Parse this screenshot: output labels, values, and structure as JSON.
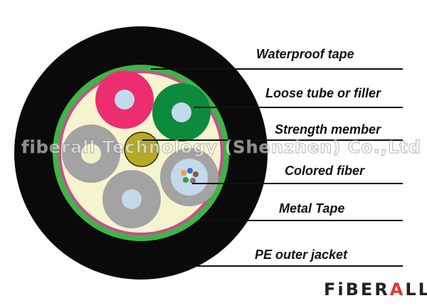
{
  "labels": {
    "waterproof_tape": "Waterproof tape",
    "loose_tube": "Loose tube or filler",
    "strength_member": "Strength member",
    "colored_fiber": "Colored fiber",
    "metal_tape": "Metal Tape",
    "pe_outer_jacket": "PE outer jacket"
  },
  "watermark": "fiberall Technology (Shenzhen) Co.,Ltd",
  "brand": {
    "prefix": "FiBER",
    "accent": "A",
    "suffix": "LL"
  },
  "colors": {
    "jacket": "#0a0a0a",
    "green_ring": "#3fb449",
    "pink_ring": "#c7508c",
    "core_fill": "#f6f4cf",
    "tube_red": "#ec2e70",
    "tube_green": "#0e8a3c",
    "tube_grey": "#a3a3a3",
    "fiber_blue": "#c3d9ec",
    "strength": "#b4aa25",
    "brand_accent": "#e3342f"
  }
}
